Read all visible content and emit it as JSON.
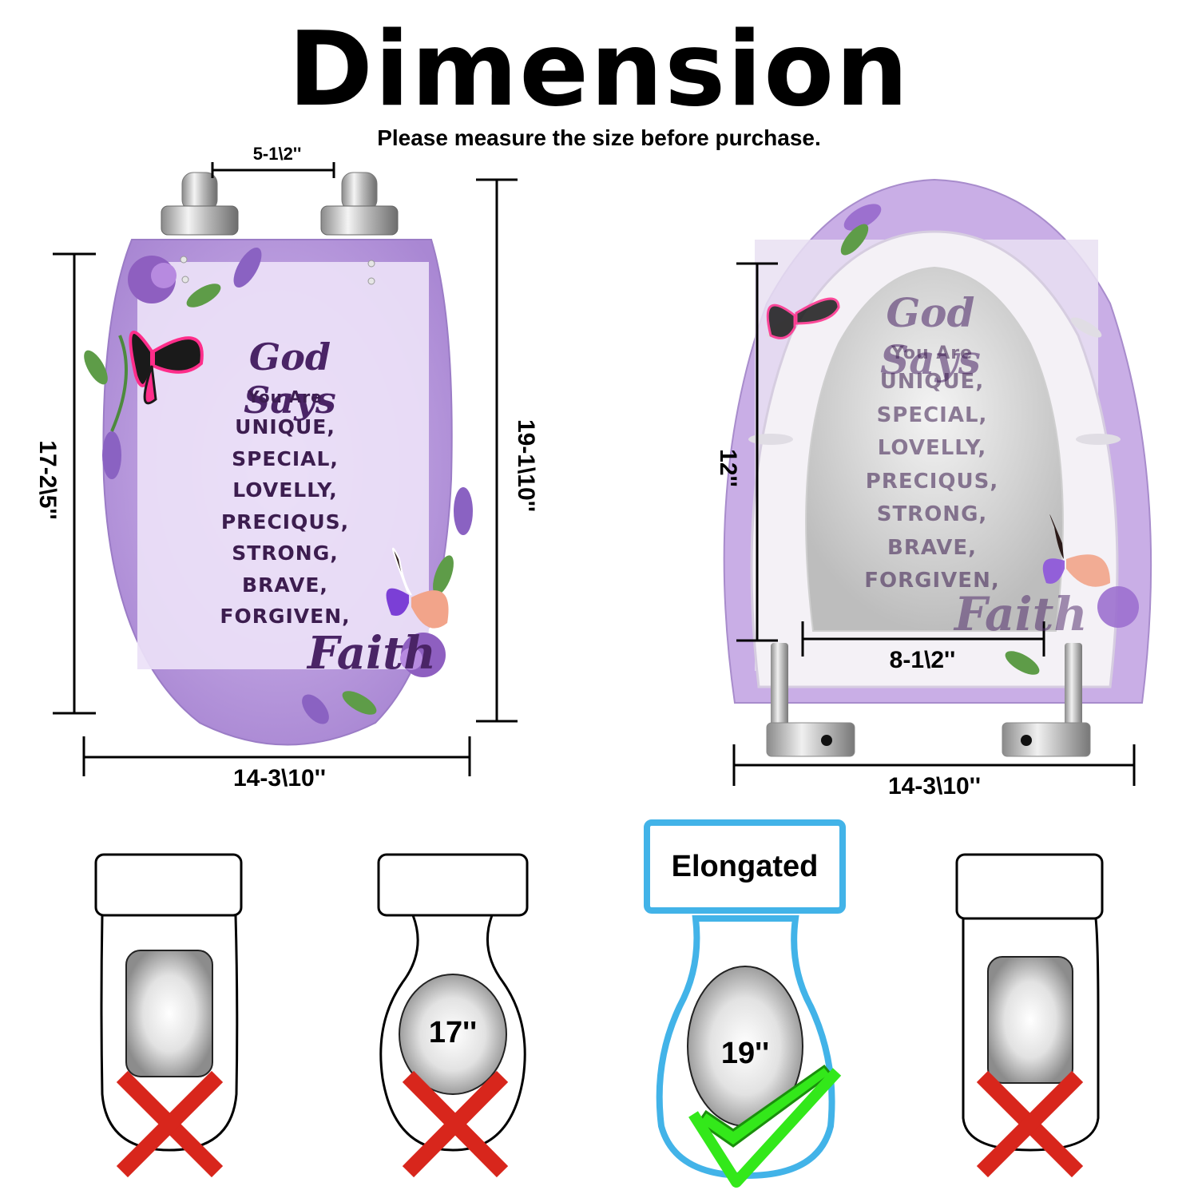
{
  "title": "Dimension",
  "subtitle": "Please measure the size before purchase.",
  "front_view": {
    "hinge_spacing": "5-1\\2''",
    "seat_length": "17-2\\5''",
    "total_length": "19-1\\10''",
    "width": "14-3\\10''",
    "quote": {
      "heading": "God Says",
      "lead": "You Are",
      "words": [
        "UNIQUE,",
        "SPECIAL,",
        "LOVELLY,",
        "PRECIQUS,",
        "STRONG,",
        "BRAVE,",
        "FORGIVEN,"
      ],
      "closing": "Faith"
    }
  },
  "back_view": {
    "opening_length": "12''",
    "opening_width": "8-1\\2''",
    "width": "14-3\\10''"
  },
  "fit_guide": {
    "highlight_label": "Elongated",
    "shapes": [
      {
        "name": "square",
        "label": "",
        "fits": false
      },
      {
        "name": "round",
        "label": "17''",
        "fits": false
      },
      {
        "name": "elongated",
        "label": "19''",
        "fits": true
      },
      {
        "name": "square-rounded",
        "label": "",
        "fits": false
      }
    ]
  },
  "colors": {
    "seat_purple": "#c7a8e6",
    "panel_lavender": "#ece1f7",
    "text_purple": "#3c1d4f",
    "badge_blue": "#42b3e8",
    "cross_red": "#d8261c",
    "check_green": "#33e81a"
  }
}
